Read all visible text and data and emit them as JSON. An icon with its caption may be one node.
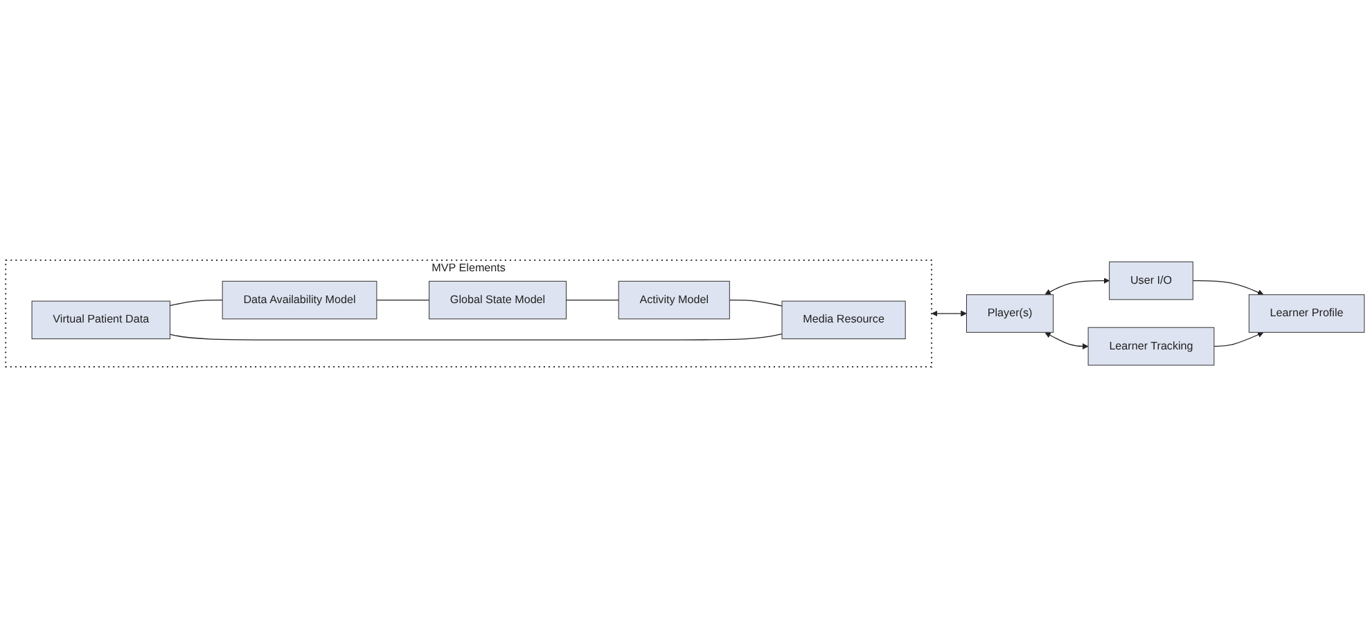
{
  "diagram": {
    "nodes": [
      {
        "text": [
          "MVP Elements"
        ]
      },
      {
        "text": [
          "Virtual Patient Data"
        ],
        "in": 0
      },
      {
        "text": [
          "Data Availability Model"
        ],
        "in": 0
      },
      {
        "text": [
          "Media Resource"
        ],
        "in": 0
      },
      {
        "text": [
          "Global State Model"
        ],
        "in": 0
      },
      {
        "text": [
          "Activity Model"
        ],
        "in": 0
      },
      {
        "text": [
          "Player(s)"
        ]
      },
      {
        "text": [
          "User I/O"
        ]
      },
      {
        "text": [
          "Learner Profile"
        ]
      },
      {
        "text": [
          "Learner Tracking"
        ]
      }
    ],
    "edges": [
      {
        "from": 1,
        "to": 2,
        "arrow": "none"
      },
      {
        "from": 2,
        "to": 4,
        "arrow": "none"
      },
      {
        "from": 4,
        "to": 5,
        "arrow": "none"
      },
      {
        "from": 5,
        "to": 3,
        "arrow": "none"
      },
      {
        "from": 3,
        "to": 1,
        "arrow": "none"
      },
      {
        "from": 0,
        "to": 6,
        "arrow": "both"
      },
      {
        "from": 6,
        "to": 7,
        "arrow": "both"
      },
      {
        "from": 6,
        "to": 9,
        "arrow": "both"
      },
      {
        "from": 7,
        "to": 8,
        "arrow": "to"
      },
      {
        "from": 9,
        "to": 8,
        "arrow": "to"
      }
    ]
  }
}
